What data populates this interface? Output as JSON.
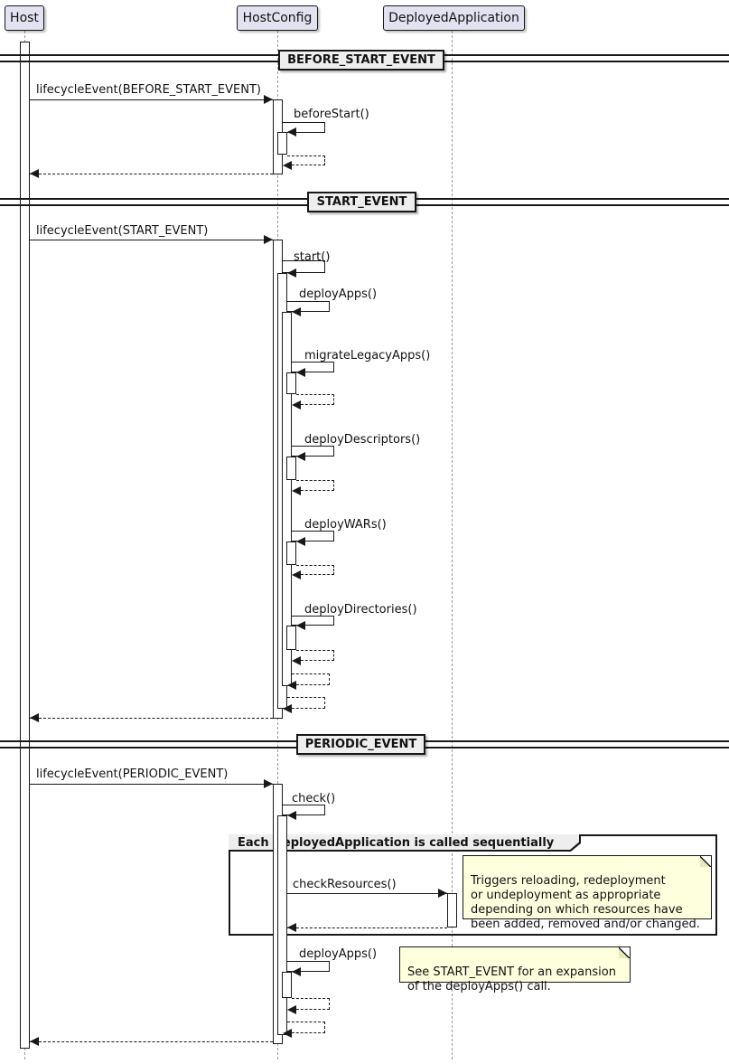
{
  "participants": [
    {
      "label": "Host"
    },
    {
      "label": "HostConfig"
    },
    {
      "label": "DeployedApplication"
    }
  ],
  "dividers": [
    {
      "label": "BEFORE_START_EVENT"
    },
    {
      "label": "START_EVENT"
    },
    {
      "label": "PERIODIC_EVENT"
    }
  ],
  "messages": {
    "m_lifecycle_before": "lifecycleEvent(BEFORE_START_EVENT)",
    "m_before_start": "beforeStart()",
    "m_lifecycle_start": "lifecycleEvent(START_EVENT)",
    "m_start": "start()",
    "m_deploy_apps": "deployApps()",
    "m_migrate_legacy_apps": "migrateLegacyApps()",
    "m_deploy_descriptors": "deployDescriptors()",
    "m_deploy_wars": "deployWARs()",
    "m_deploy_directories": "deployDirectories()",
    "m_lifecycle_periodic": "lifecycleEvent(PERIODIC_EVENT)",
    "m_check": "check()",
    "m_check_resources": "checkResources()",
    "m_deploy_apps_periodic": "deployApps()"
  },
  "group": {
    "label": "Each DeployedApplication is called sequentially"
  },
  "notes": {
    "check_resources": "Triggers reloading, redeployment\nor undeployment as appropriate\ndepending on which resources have\nbeen added, removed and/or changed.",
    "deploy_apps": "See START_EVENT for an expansion\nof the deployApps() call."
  },
  "colors": {
    "participant_fill": "#E2E2F0",
    "divider_fill": "#EEEEEE",
    "note_fill": "#FEFFDD",
    "border": "#181818",
    "lifeline": "#9A9A9A"
  }
}
